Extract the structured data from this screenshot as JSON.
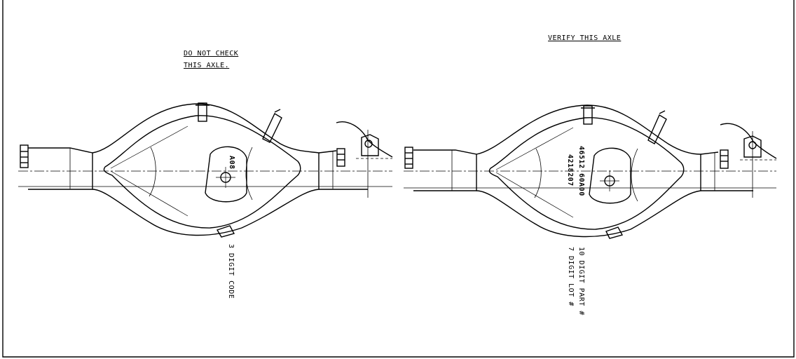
{
  "left_axle": {
    "note_line1": "DO NOT CHECK",
    "note_line2": "THIS AXLE.",
    "stamp_code": "A08",
    "callout": "3 DIGIT CODE"
  },
  "right_axle": {
    "note": "VERIFY THIS AXLE",
    "stamp_part": "46512 60A00",
    "stamp_lot": "4218207",
    "callout_line1": "10 DIGIT PART #",
    "callout_line2": "7 DIGIT LOT #"
  }
}
